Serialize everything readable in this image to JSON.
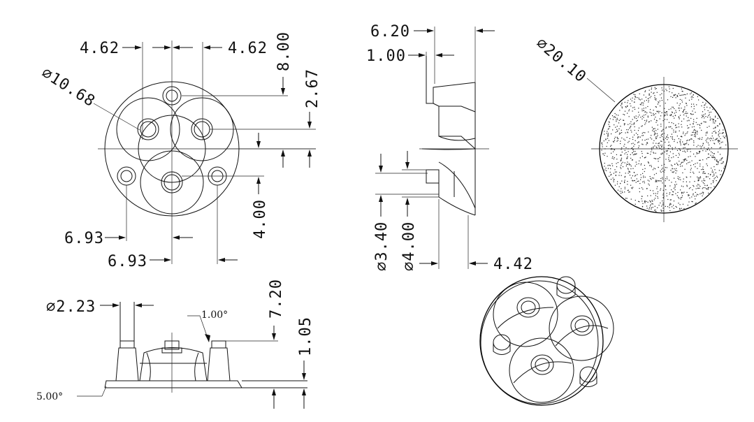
{
  "front_view": {
    "left_spacing": "4.62",
    "right_spacing": "4.62",
    "top_vertical": "8.00",
    "upper_offset": "2.67",
    "lens_diameter": "⌀10.68",
    "lower_offset": "4.00",
    "left_pin_offset": "6.93",
    "right_pin_offset": "6.93"
  },
  "side_view": {
    "overall_width": "6.20",
    "step": "1.00",
    "dia_small": "⌀3.40",
    "dia_large": "⌀4.00",
    "depth": "4.42"
  },
  "top_view": {
    "diameter": "⌀20.10"
  },
  "bottom_view": {
    "pin_diameter": "⌀2.23",
    "draft_angle": "1.00°",
    "height": "7.20",
    "base_thickness": "1.05",
    "base_angle": "5.00°"
  },
  "iso_view": {}
}
